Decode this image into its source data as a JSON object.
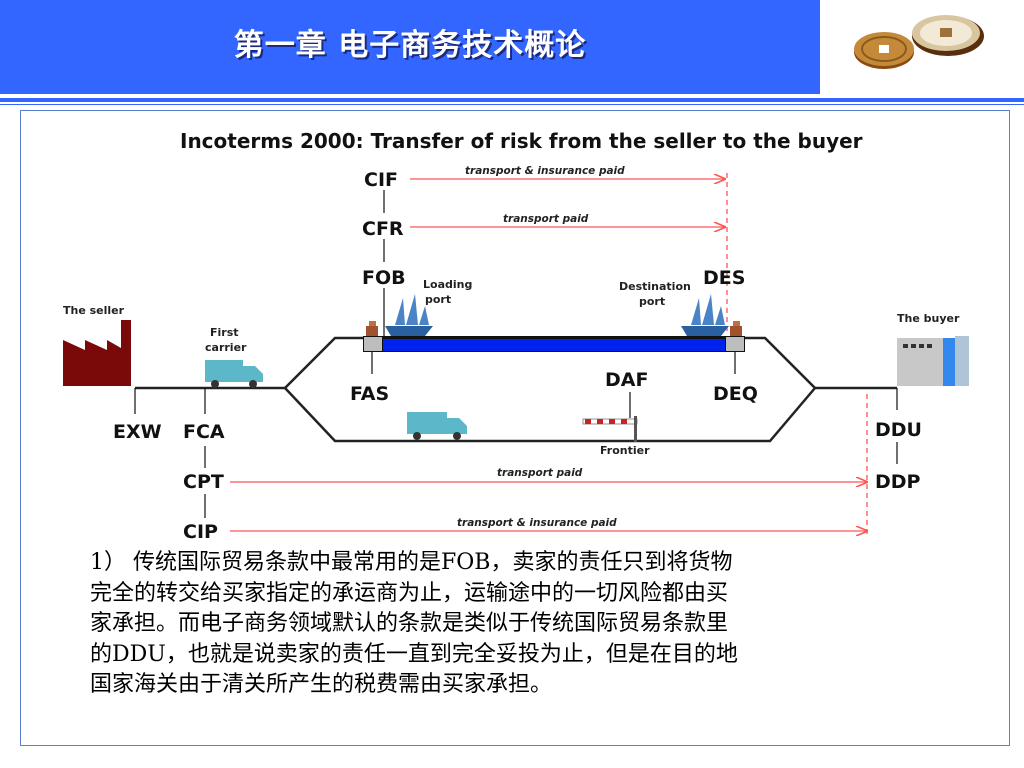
{
  "header": {
    "title": "第一章 电子商务技术概论",
    "logo_icon": "coins-logo-icon",
    "bg_color": "#3366ff"
  },
  "diagram": {
    "title": "Incoterms 2000: Transfer of risk from the seller to the buyer",
    "terms": {
      "cif": "CIF",
      "cfr": "CFR",
      "fob": "FOB",
      "des": "DES",
      "fas": "FAS",
      "daf": "DAF",
      "deq": "DEQ",
      "exw": "EXW",
      "fca": "FCA",
      "cpt": "CPT",
      "cip": "CIP",
      "ddu": "DDU",
      "ddp": "DDP"
    },
    "labels": {
      "seller": "The seller",
      "buyer": "The buyer",
      "first": "First",
      "carrier": "carrier",
      "loading": "Loading",
      "loading_port": "port",
      "destination": "Destination",
      "destination_port": "port",
      "frontier": "Frontier"
    },
    "arrows": {
      "cif": "transport & insurance paid",
      "cfr": "transport paid",
      "cpt": "transport paid",
      "cip": "transport & insurance paid"
    },
    "colors": {
      "arrow": "#ff5555",
      "sea": "#0022ee",
      "factory": "#7a0a0a",
      "truck": "#5cb8c8"
    }
  },
  "body": {
    "lines": [
      "1） 传统国际贸易条款中最常用的是FOB，卖家的责任只到将货物",
      "完全的转交给买家指定的承运商为止，运输途中的一切风险都由买",
      "家承担。而电子商务领域默认的条款是类似于传统国际贸易条款里",
      "的DDU，也就是说卖家的责任一直到完全妥投为止，但是在目的地",
      "国家海关由于清关所产生的税费需由买家承担。"
    ]
  }
}
